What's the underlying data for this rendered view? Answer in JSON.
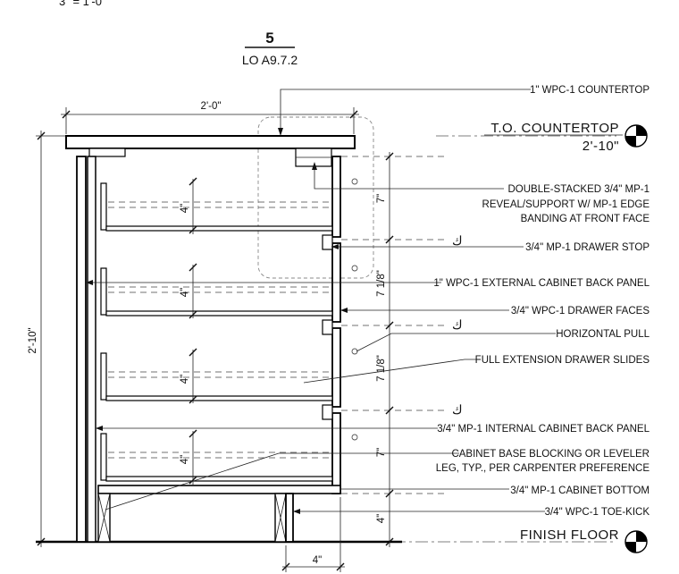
{
  "scale": "3\" = 1'-0\"",
  "detail": {
    "number": "5",
    "sheet": "LO A9.7.2"
  },
  "dimensions": {
    "width_top": "2'-0\"",
    "height_total": "2'-10\"",
    "drawer_4a": "4\"",
    "drawer_4b": "4\"",
    "drawer_4c": "4\"",
    "drawer_4d": "4\"",
    "right_7a": "7\"",
    "right_71_8a": "7 1/8\"",
    "right_71_8b": "7 1/8\"",
    "right_7b": "7\"",
    "toe_height": "4\"",
    "toe_depth": "4\""
  },
  "levels": {
    "countertop_label": "T.O. COUNTERTOP",
    "countertop_value": "2'-10\"",
    "floor_label": "FINISH FLOOR"
  },
  "callouts": [
    "1\" WPC-1 COUNTERTOP",
    "DOUBLE-STACKED 3/4\" MP-1",
    "REVEAL/SUPPORT W/ MP-1 EDGE",
    "BANDING AT FRONT FACE",
    "3/4\" MP-1 DRAWER STOP",
    "1\" WPC-1 EXTERNAL CABINET BACK PANEL",
    "3/4\" WPC-1 DRAWER FACES",
    "HORIZONTAL PULL",
    "FULL EXTENSION DRAWER SLIDES",
    "3/4\" MP-1 INTERNAL CABINET BACK PANEL",
    "CABINET BASE BLOCKING OR LEVELER",
    "LEG, TYP., PER CARPENTER PREFERENCE",
    "3/4\" MP-1 CABINET BOTTOM",
    "3/4\" WPC-1 TOE-KICK"
  ]
}
